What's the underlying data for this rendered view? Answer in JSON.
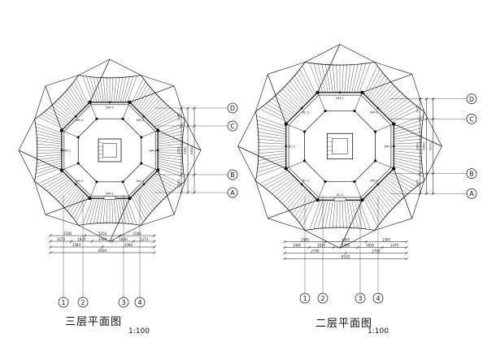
{
  "plans": [
    {
      "title": "三层平面图",
      "scale": "1:100",
      "grid_bottom": [
        "1",
        "2",
        "3",
        "4"
      ],
      "grid_right": [
        "D",
        "C",
        "B",
        "A"
      ],
      "room_labels": [
        "DM-3",
        "DM-3",
        "DM-3",
        "DM-3",
        "DM-3",
        "DM-3",
        "DM-3",
        "DM-3"
      ],
      "dims_bottom_row1": [
        "1585",
        "5150",
        "1585"
      ],
      "dims_bottom_row2": [
        "1273",
        "1830",
        "3490",
        "1830",
        "1273"
      ],
      "dims_bottom_row3": [
        "3384",
        "3384"
      ],
      "dims_bottom_row4": [
        "8504"
      ],
      "dims_right": [
        "1585",
        "2150",
        "1585"
      ],
      "dims_right2": [
        "3590",
        "8830"
      ]
    },
    {
      "title": "二层平面图",
      "scale": "1:100",
      "grid_bottom": [
        "1",
        "2",
        "3",
        "4"
      ],
      "grid_right": [
        "D",
        "C",
        "B",
        "A"
      ],
      "room_labels": [
        "DM-2",
        "DM-2",
        "DM-2",
        "DM-2",
        "DC-2",
        "DC-2",
        "DC-2",
        "DC-2"
      ],
      "dims_bottom_row1": [
        "1585",
        "1850",
        "1585"
      ],
      "dims_bottom_row2": [
        "1400",
        "1830",
        "3490",
        "1830",
        "1470"
      ],
      "dims_bottom_row3": [
        "2700",
        "2700"
      ],
      "dims_bottom_row4": [
        "8210"
      ],
      "dims_right": [
        "1470",
        "3810",
        "1400"
      ],
      "dims_right2": [
        "4800",
        "8210"
      ]
    }
  ]
}
